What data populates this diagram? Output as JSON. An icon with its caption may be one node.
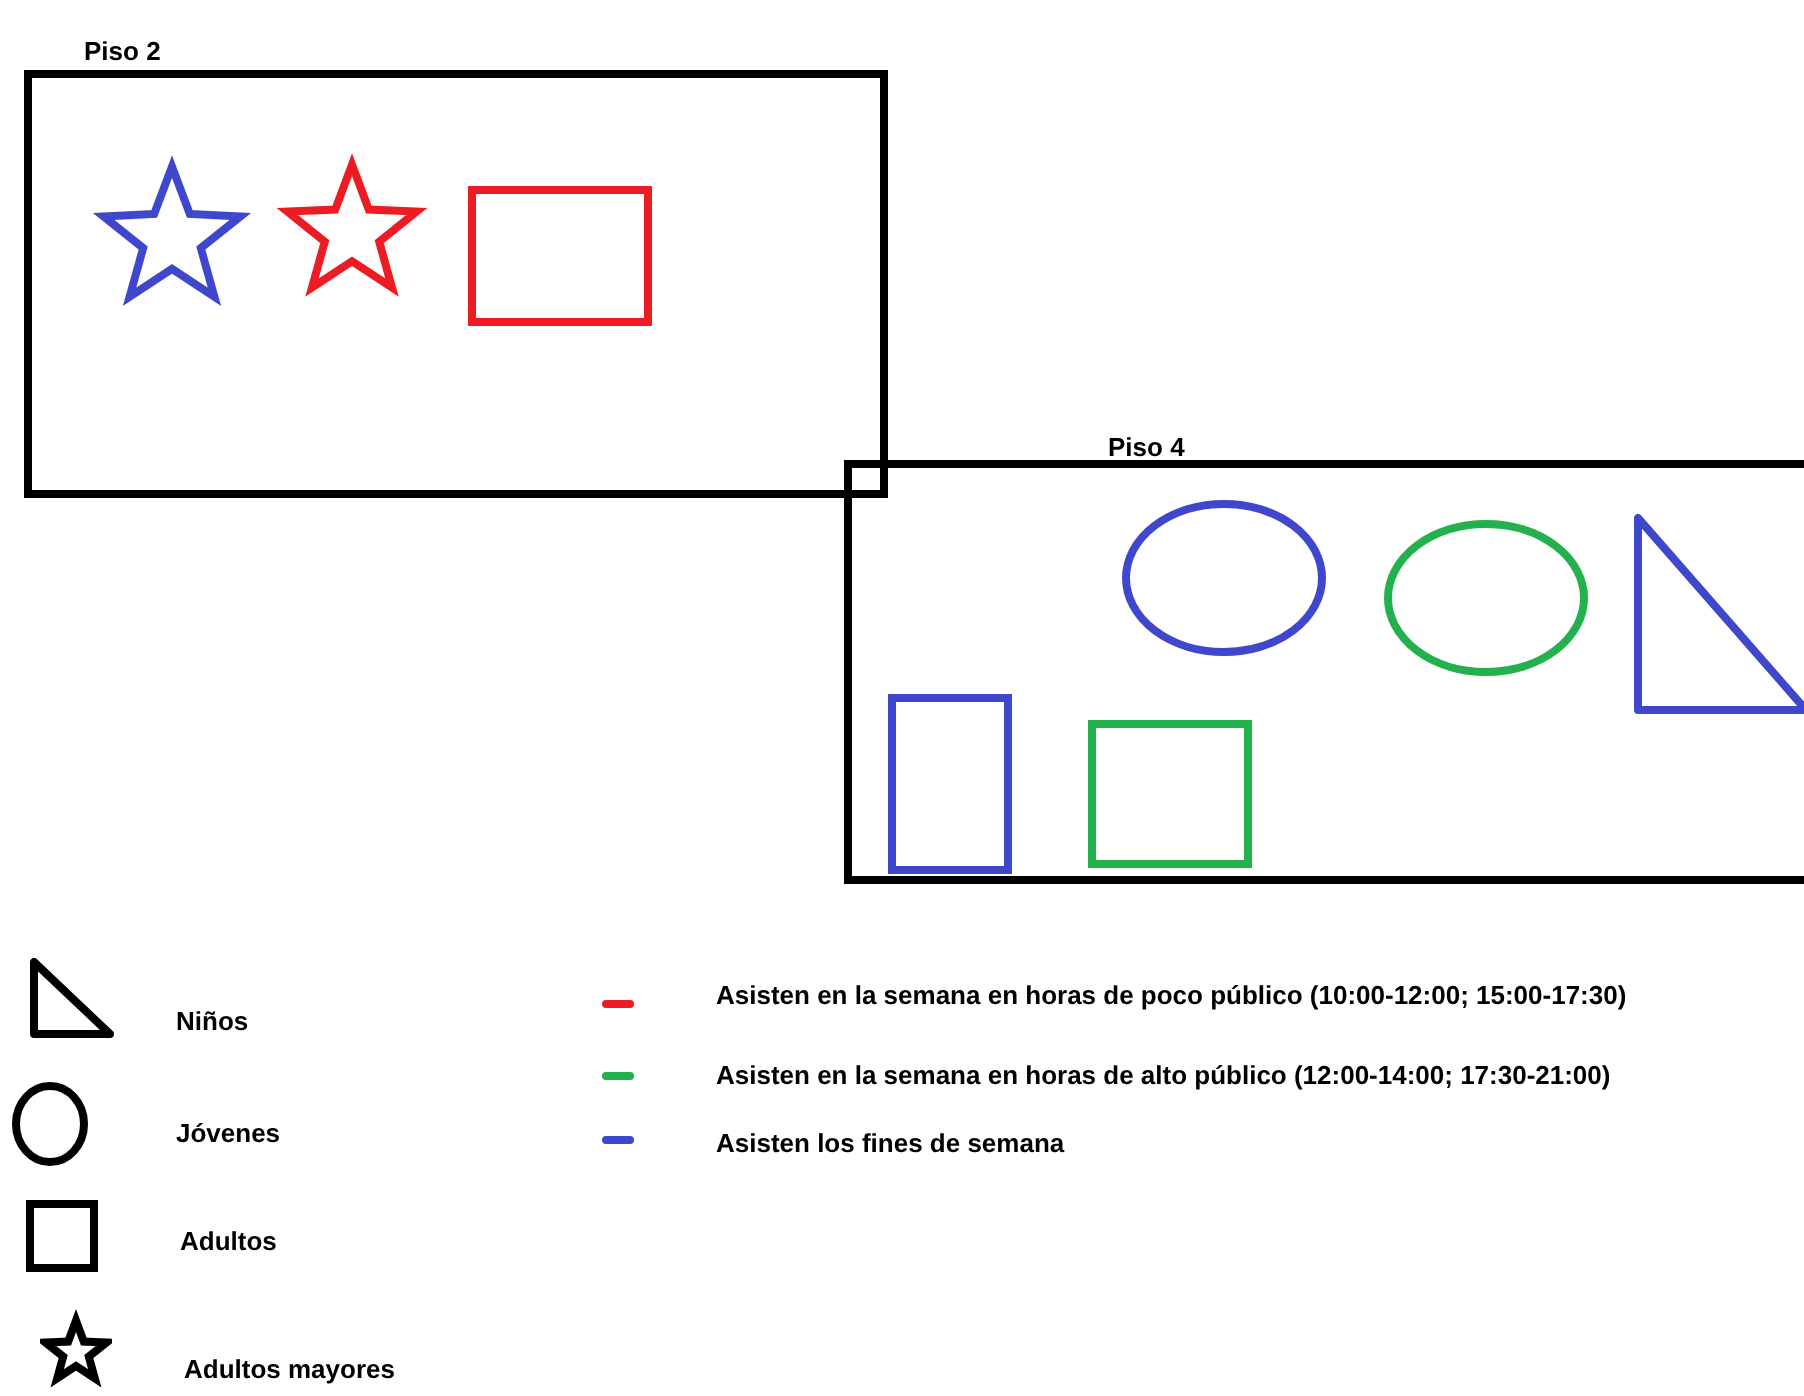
{
  "diagram": {
    "nodes": [
      {
        "text": [
          "Piso 2"
        ]
      },
      {
        "text": [],
        "shape": "star",
        "in": 0
      },
      {
        "text": [],
        "shape": "star",
        "in": 0
      },
      {
        "text": [],
        "shape": "box",
        "in": 0
      },
      {
        "text": [
          "Piso 4"
        ]
      },
      {
        "text": [],
        "shape": "ellipse",
        "in": 4
      },
      {
        "text": [],
        "shape": "ellipse",
        "in": 4
      },
      {
        "text": [],
        "shape": "triangle",
        "in": 4
      },
      {
        "text": [],
        "shape": "box",
        "in": 4
      },
      {
        "text": [],
        "shape": "box",
        "in": 4
      }
    ],
    "edges": [],
    "legend": [
      {
        "text": "Niños"
      },
      {
        "text": "Jóvenes"
      },
      {
        "text": "Adultos"
      },
      {
        "text": "Adultos mayores"
      },
      {
        "text": "Asisten en la semana en horas de poco público (10:00-12:00; 15:00-17:30)",
        "color": "#ed1c24"
      },
      {
        "text": "Asisten en la semana en horas de alto público (12:00-14:00; 17:30-21:00)",
        "color": "#22b14c"
      },
      {
        "text": "Asisten los fines de semana",
        "color": "#3f48cc"
      }
    ]
  }
}
